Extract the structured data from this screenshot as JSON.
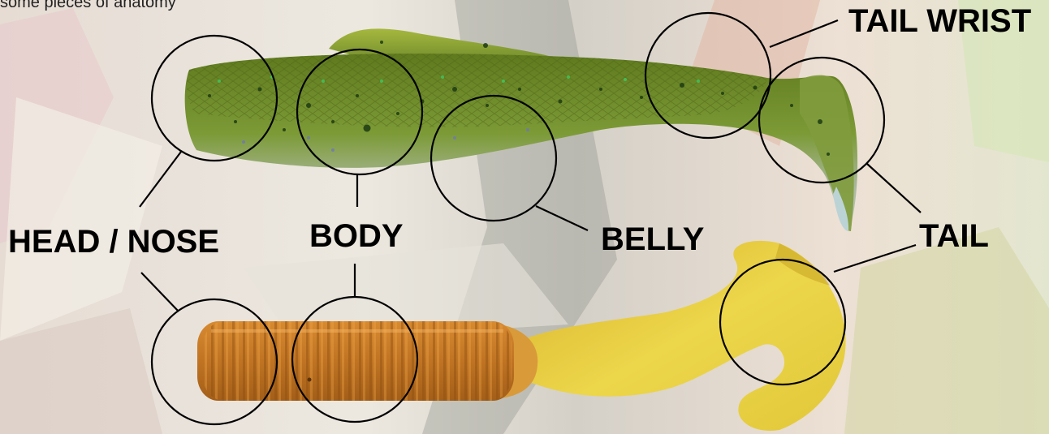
{
  "top_text": "some pieces of anatomy",
  "labels": {
    "head_nose": "HEAD / NOSE",
    "body": "BODY",
    "belly": "BELLY",
    "tail_wrist": "TAIL WRIST",
    "tail": "TAIL"
  },
  "colors": {
    "shad_green": "#6f8a2c",
    "shad_belly": "#b7c7b6",
    "grub_orange": "#c07423",
    "grub_tail_yellow": "#e6cf3c",
    "callout_line": "#000000"
  },
  "lures": [
    {
      "name": "paddle-tail swimbait"
    },
    {
      "name": "curly-tail grub"
    }
  ]
}
